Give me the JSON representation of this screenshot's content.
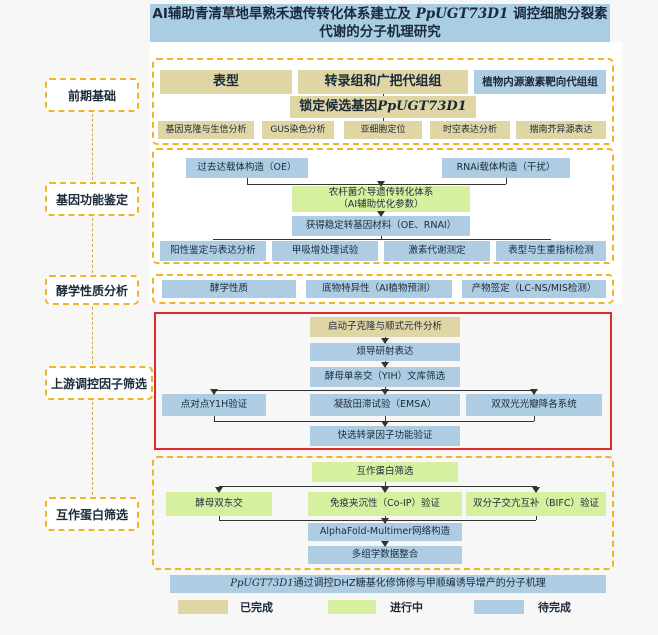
{
  "title": {
    "line1_pre": "AI辅助青清草地旱熟禾遗传转化体系建立及 ",
    "line1_gene": "PpUGT73D1",
    "line1_post": " 调控细胞分裂素",
    "line2": "代谢的分子机理研究"
  },
  "sections": {
    "basis": "前期基础",
    "gene_func": "基因功能鉴定",
    "enzyme": "酵学性质分析",
    "upstream": "上游调控因子筛选",
    "interact": "互作蛋白筛选"
  },
  "basis": {
    "phenotype": "表型",
    "transcriptome": "转录组和广把代组组",
    "hormone": "植物内源激素靶向代组组",
    "lock_pre": "锁定候选基因",
    "lock_gene": "PpUGT73D1",
    "row": [
      "基因克隆与生信分析",
      "GUS染色分析",
      "亚细胞定位",
      "时空表达分析",
      "揣南芥异源表达"
    ]
  },
  "gene_func": {
    "oe": "过去达载体构造（OE）",
    "rnai": "RNAi载体构造（干扰）",
    "agro_line1": "农杆菌介导遗传转化体系",
    "agro_line2": "（AI辅助优化参数）",
    "stable": "获得稳定转基因材料（OE、RNAI）",
    "row": [
      "阳性鉴定与表达分析",
      "甲吸增处理试验",
      "激素代谢测定",
      "表型与生重指标检测"
    ]
  },
  "enzyme": {
    "row": [
      "酵学性质",
      "底物特异性（AI植物预测）",
      "产物签定（LC-NS/MIS检测）"
    ]
  },
  "upstream": {
    "promoter": "启动子克隆与顺式元件分析",
    "yeast_lib": "烦导研射表达",
    "y1h_lib": "酵母单亲交（YIH）文库筛选",
    "p2p": "点对点Y1H验证",
    "emsa": "凝敌田滞试验（EMSA）",
    "dual": "双双光光瓣降各系统",
    "tf": "快选转录因子功能验证"
  },
  "interact": {
    "screen": "互作蛋白筛选",
    "y2h": "酵母双东交",
    "coip": "免疫夹沉性（Co-IP）验证",
    "bifc": "双分子交亢互补（BIFC）验证",
    "alphafold": "AlphaFold-Multimer网络构造",
    "omics": "多组学数据整合"
  },
  "conclusion": {
    "gene": "PpUGT73D1",
    "text": "通过调控DHZ糖基化修饰修与甲顺编诱导增产的分子机理"
  },
  "legend": {
    "done": "已完成",
    "progress": "进行中",
    "pending": "待完成"
  },
  "colors": {
    "done": "#e0d6a5",
    "progress": "#d7f0a0",
    "pending": "#aecde3",
    "dashed_border": "#f0b428",
    "highlight_border": "#e02a2a"
  }
}
